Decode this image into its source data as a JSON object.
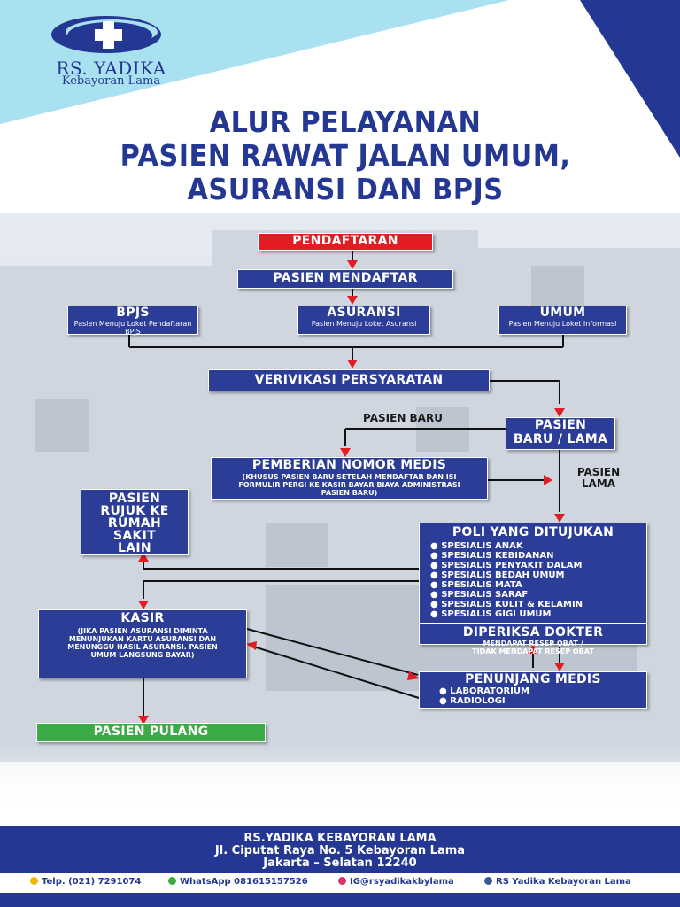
{
  "brand": {
    "name": "RS. YADIKA",
    "subtitle": "Kebayoran Lama",
    "colors": {
      "navy": "#2b3d96",
      "red": "#e31b23",
      "green": "#3aab46",
      "sky": "#a9e1f0"
    }
  },
  "title": {
    "line1": "ALUR PELAYANAN",
    "line2": "PASIEN RAWAT JALAN UMUM,",
    "line3": "ASURANSI DAN BPJS"
  },
  "flow": {
    "pendaftaran": "PENDAFTARAN",
    "pasien_mendaftar": "PASIEN MENDAFTAR",
    "bpjs": {
      "title": "BPJS",
      "desc": "Pasien Menuju Loket Pendaftaran BPJS"
    },
    "asuransi": {
      "title": "ASURANSI",
      "desc": "Pasien Menuju Loket Asuransi"
    },
    "umum": {
      "title": "UMUM",
      "desc": "Pasien Menuju Loket Informasi"
    },
    "verifikasi": "VERIVIKASI PERSYARATAN",
    "pasien_baru_lama": {
      "line1": "PASIEN",
      "line2": "BARU / LAMA"
    },
    "label_pasien_baru": "PASIEN BARU",
    "label_pasien_lama": {
      "line1": "PASIEN",
      "line2": "LAMA"
    },
    "nomor_medis": {
      "title": "PEMBERIAN NOMOR MEDIS",
      "desc": "(KHUSUS PASIEN BARU SETELAH MENDAFTAR DAN ISI FORMULIR PERGI KE KASIR BAYAR BIAYA ADMINISTRASI PASIEN BARU)"
    },
    "rujuk": {
      "line1": "PASIEN",
      "line2": "RUJUK KE",
      "line3": "RUMAH",
      "line4": "SAKIT",
      "line5": "LAIN"
    },
    "poli": {
      "title": "POLI YANG DITUJUKAN",
      "items": [
        "SPESIALIS ANAK",
        "SPESIALIS KEBIDANAN",
        "SPESIALIS PENYAKIT DALAM",
        "SPESIALIS BEDAH UMUM",
        "SPESIALIS MATA",
        "SPESIALIS SARAF",
        "SPESIALIS KULIT & KELAMIN",
        "SPESIALIS GIGI UMUM"
      ]
    },
    "dokter": {
      "title": "DIPERIKSA DOKTER",
      "line1": "MENDAPAT RESEP OBAT /",
      "line2": "TIDAK MENDAPAT RESEP OBAT"
    },
    "kasir": {
      "title": "KASIR",
      "desc": "(JIKA PASIEN ASURANSI DIMINTA MENUNJUKAN KARTU ASURANSI DAN MENUNGGU HASIL ASURANSI. PASIEN UMUM LANGSUNG BAYAR)"
    },
    "penunjang": {
      "title": "PENUNJANG MEDIS",
      "items": [
        "LABORATORIUM",
        "RADIOLOGI"
      ]
    },
    "pulang": "PASIEN PULANG"
  },
  "footer": {
    "name": "RS.YADIKA KEBAYORAN LAMA",
    "address1": "Jl. Ciputat Raya No. 5 Kebayoran Lama",
    "address2": "Jakarta – Selatan 12240",
    "phone": "Telp. (021) 7291074",
    "whatsapp": "WhatsApp 081615157526",
    "instagram": "IG@rsyadikakbylama",
    "facebook": "RS Yadika Kebayoran Lama"
  }
}
